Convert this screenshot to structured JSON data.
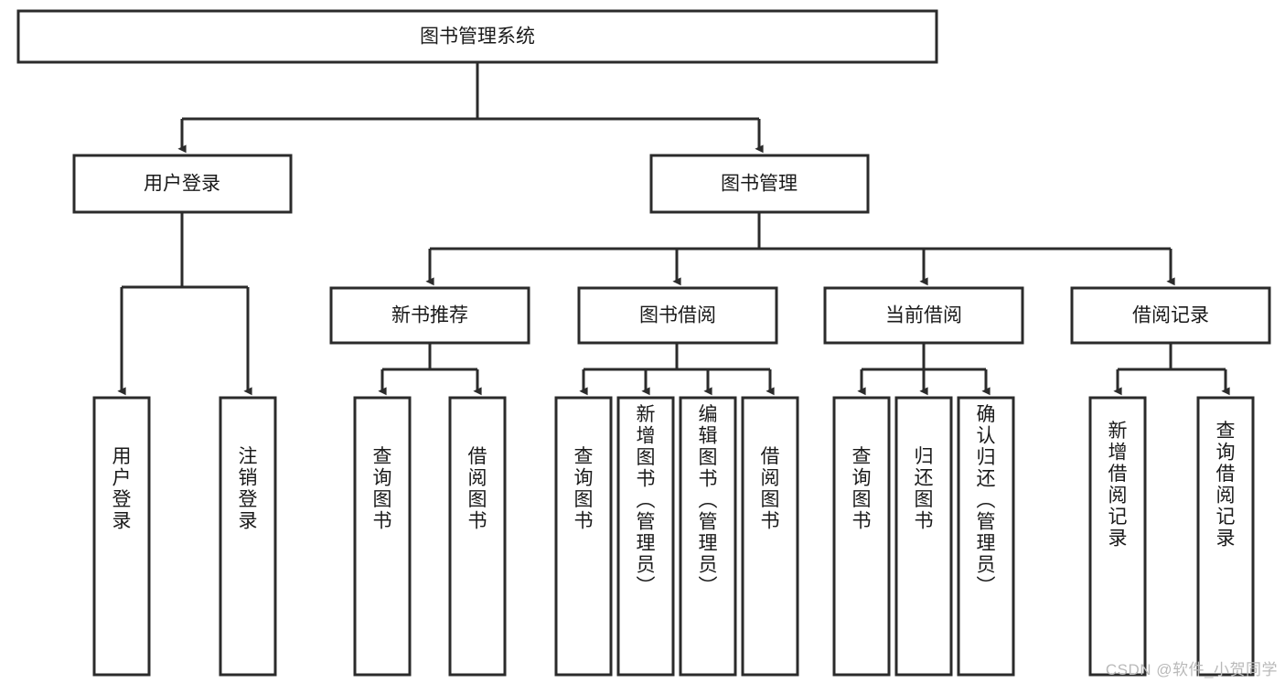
{
  "diagram": {
    "title": "图书管理系统",
    "type": "tree",
    "orientation": "top-down",
    "watermark": "CSDN @软件_小贺同学",
    "colors": {
      "stroke": "#2b2b2b",
      "node_fill": "#ffffff",
      "text": "#1a1a1a",
      "background": "#ffffff",
      "watermark": "#b9b9b9"
    },
    "root": {
      "id": "root",
      "label": "图书管理系统"
    },
    "level2": [
      {
        "id": "user-login",
        "label": "用户登录"
      },
      {
        "id": "book-manage",
        "label": "图书管理"
      }
    ],
    "level3": [
      {
        "id": "new-book-recommend",
        "label": "新书推荐",
        "parent": "book-manage"
      },
      {
        "id": "book-borrow",
        "label": "图书借阅",
        "parent": "book-manage"
      },
      {
        "id": "current-borrow",
        "label": "当前借阅",
        "parent": "book-manage"
      },
      {
        "id": "borrow-record",
        "label": "借阅记录",
        "parent": "book-manage"
      }
    ],
    "leaves": [
      {
        "id": "leaf-user-login",
        "label": "用户登录",
        "parent": "user-login"
      },
      {
        "id": "leaf-user-logout",
        "label": "注销登录",
        "parent": "user-login"
      },
      {
        "id": "leaf-query-book-1",
        "label": "查询图书",
        "parent": "new-book-recommend"
      },
      {
        "id": "leaf-borrow-book-1",
        "label": "借阅图书",
        "parent": "new-book-recommend"
      },
      {
        "id": "leaf-query-book-2",
        "label": "查询图书",
        "parent": "book-borrow"
      },
      {
        "id": "leaf-add-book",
        "label": "新增图书（管理员）",
        "parent": "book-borrow"
      },
      {
        "id": "leaf-edit-book",
        "label": "编辑图书（管理员）",
        "parent": "book-borrow"
      },
      {
        "id": "leaf-borrow-book-2",
        "label": "借阅图书",
        "parent": "book-borrow"
      },
      {
        "id": "leaf-query-book-3",
        "label": "查询图书",
        "parent": "current-borrow"
      },
      {
        "id": "leaf-return-book",
        "label": "归还图书",
        "parent": "current-borrow"
      },
      {
        "id": "leaf-confirm-return",
        "label": "确认归还（管理员）",
        "parent": "current-borrow"
      },
      {
        "id": "leaf-add-borrow-record",
        "label": "新增借阅记录",
        "parent": "borrow-record"
      },
      {
        "id": "leaf-query-borrow-record",
        "label": "查询借阅记录",
        "parent": "borrow-record"
      }
    ]
  }
}
